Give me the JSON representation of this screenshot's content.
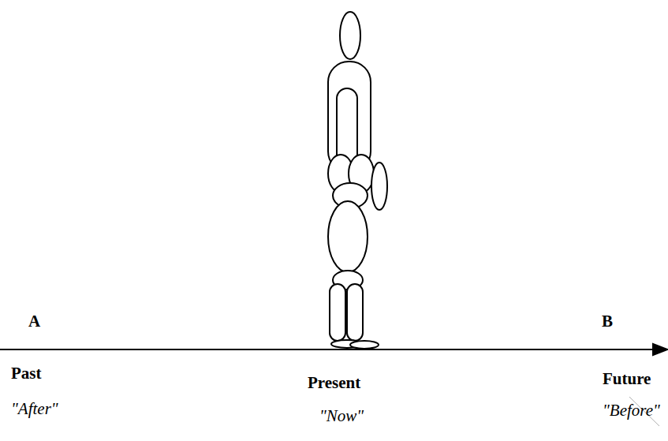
{
  "diagram": {
    "labels": [
      "A",
      "B",
      "Past",
      "Present",
      "Future",
      "\"After\"",
      "\"Now\"",
      "\"Before\""
    ]
  }
}
